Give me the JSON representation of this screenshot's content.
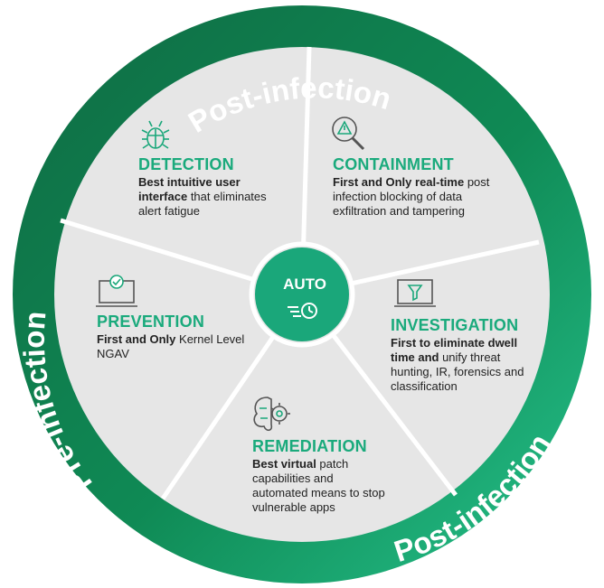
{
  "ring": {
    "top_label": "Post-infection",
    "left_label": "Pre-infection",
    "bottom_right_label": "Post-infection"
  },
  "center": {
    "label": "AUTO",
    "icon": "fast-clock-icon"
  },
  "segments": {
    "detection": {
      "title": "DETECTION",
      "bold": "Best intuitive user interface",
      "rest": " that eliminates alert fatigue",
      "icon": "bug-icon"
    },
    "containment": {
      "title": "CONTAINMENT",
      "bold": "First and Only real-time",
      "rest": " post infection blocking of data exfiltration and tampering",
      "icon": "alert-magnifier-icon"
    },
    "prevention": {
      "title": "PREVENTION",
      "bold": "First and Only",
      "rest": " Kernel Level NGAV",
      "icon": "laptop-check-icon"
    },
    "investigation": {
      "title": "INVESTIGATION",
      "bold": "First to eliminate dwell time and",
      "rest": " unify threat hunting, IR, forensics and classification",
      "icon": "laptop-funnel-icon"
    },
    "remediation": {
      "title": "REMEDIATION",
      "bold": "Best virtual",
      "rest": " patch capabilities and automated means to stop vulnerable apps",
      "icon": "brain-gear-icon"
    }
  },
  "colors": {
    "ring_dark": "#0e7a4a",
    "ring_light": "#25c08a",
    "segment_fill": "#e6e6e6",
    "divider": "#ffffff",
    "accent_text": "#1aaa7c"
  }
}
